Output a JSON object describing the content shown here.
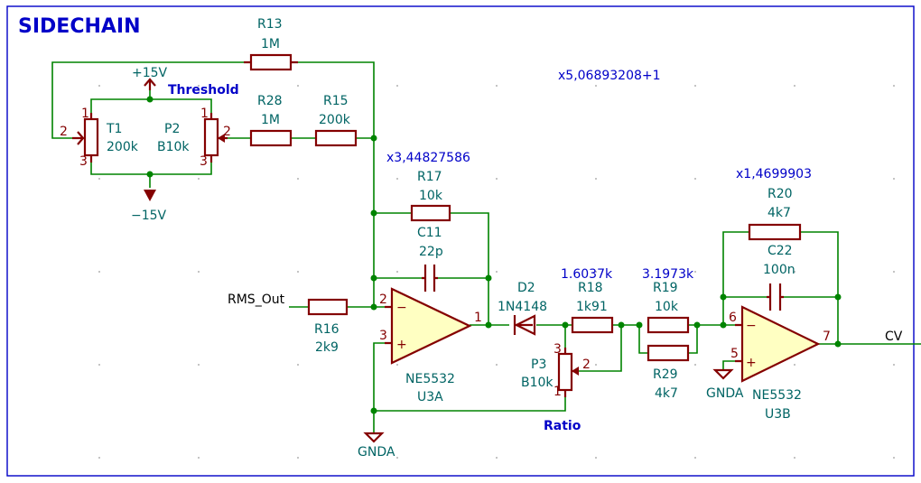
{
  "title": "SIDECHAIN",
  "colors": {
    "wire": "#008400",
    "component": "#840000",
    "body_fill": "#ffffc2",
    "reference": "#006464",
    "note": "#0000c8",
    "frame": "#0000c8"
  },
  "notes": {
    "threshold": "Threshold",
    "ratio": "Ratio",
    "gain_top": "x5,06893208+1",
    "gain_stage1": "x3,44827586",
    "gain_stage2": "x1,4699903",
    "r18_calc": "1.6037k",
    "r19_calc": "3.1973k"
  },
  "power": {
    "plus": "+15V",
    "minus": "−15V",
    "gnda": "GNDA"
  },
  "labels": {
    "rms_out": "RMS_Out",
    "cv": "CV"
  },
  "components": {
    "r13": {
      "ref": "R13",
      "value": "1M"
    },
    "r28": {
      "ref": "R28",
      "value": "1M"
    },
    "r15": {
      "ref": "R15",
      "value": "200k"
    },
    "t1": {
      "ref": "T1",
      "value": "200k"
    },
    "p2": {
      "ref": "P2",
      "value": "B10k"
    },
    "r17": {
      "ref": "R17",
      "value": "10k"
    },
    "c11": {
      "ref": "C11",
      "value": "22p"
    },
    "r16": {
      "ref": "R16",
      "value": "2k9"
    },
    "d2": {
      "ref": "D2",
      "value": "1N4148"
    },
    "u3a": {
      "ref": "U3A",
      "value": "NE5532"
    },
    "r18": {
      "ref": "R18",
      "value": "1k91"
    },
    "p3": {
      "ref": "P3",
      "value": "B10k"
    },
    "r19": {
      "ref": "R19",
      "value": "10k"
    },
    "r29": {
      "ref": "R29",
      "value": "4k7"
    },
    "r20": {
      "ref": "R20",
      "value": "4k7"
    },
    "c22": {
      "ref": "C22",
      "value": "100n"
    },
    "u3b": {
      "ref": "U3B",
      "value": "NE5532"
    }
  },
  "pins": {
    "t1_1": "1",
    "t1_2": "2",
    "t1_3": "3",
    "p2_1": "1",
    "p2_2": "2",
    "p2_3": "3",
    "u3a_in_neg": "2",
    "u3a_in_pos": "3",
    "u3a_out": "1",
    "p3_1": "1",
    "p3_2": "2",
    "p3_3": "3",
    "u3b_in_neg": "6",
    "u3b_in_pos": "5",
    "u3b_out": "7",
    "minus": "−",
    "plus": "+"
  }
}
